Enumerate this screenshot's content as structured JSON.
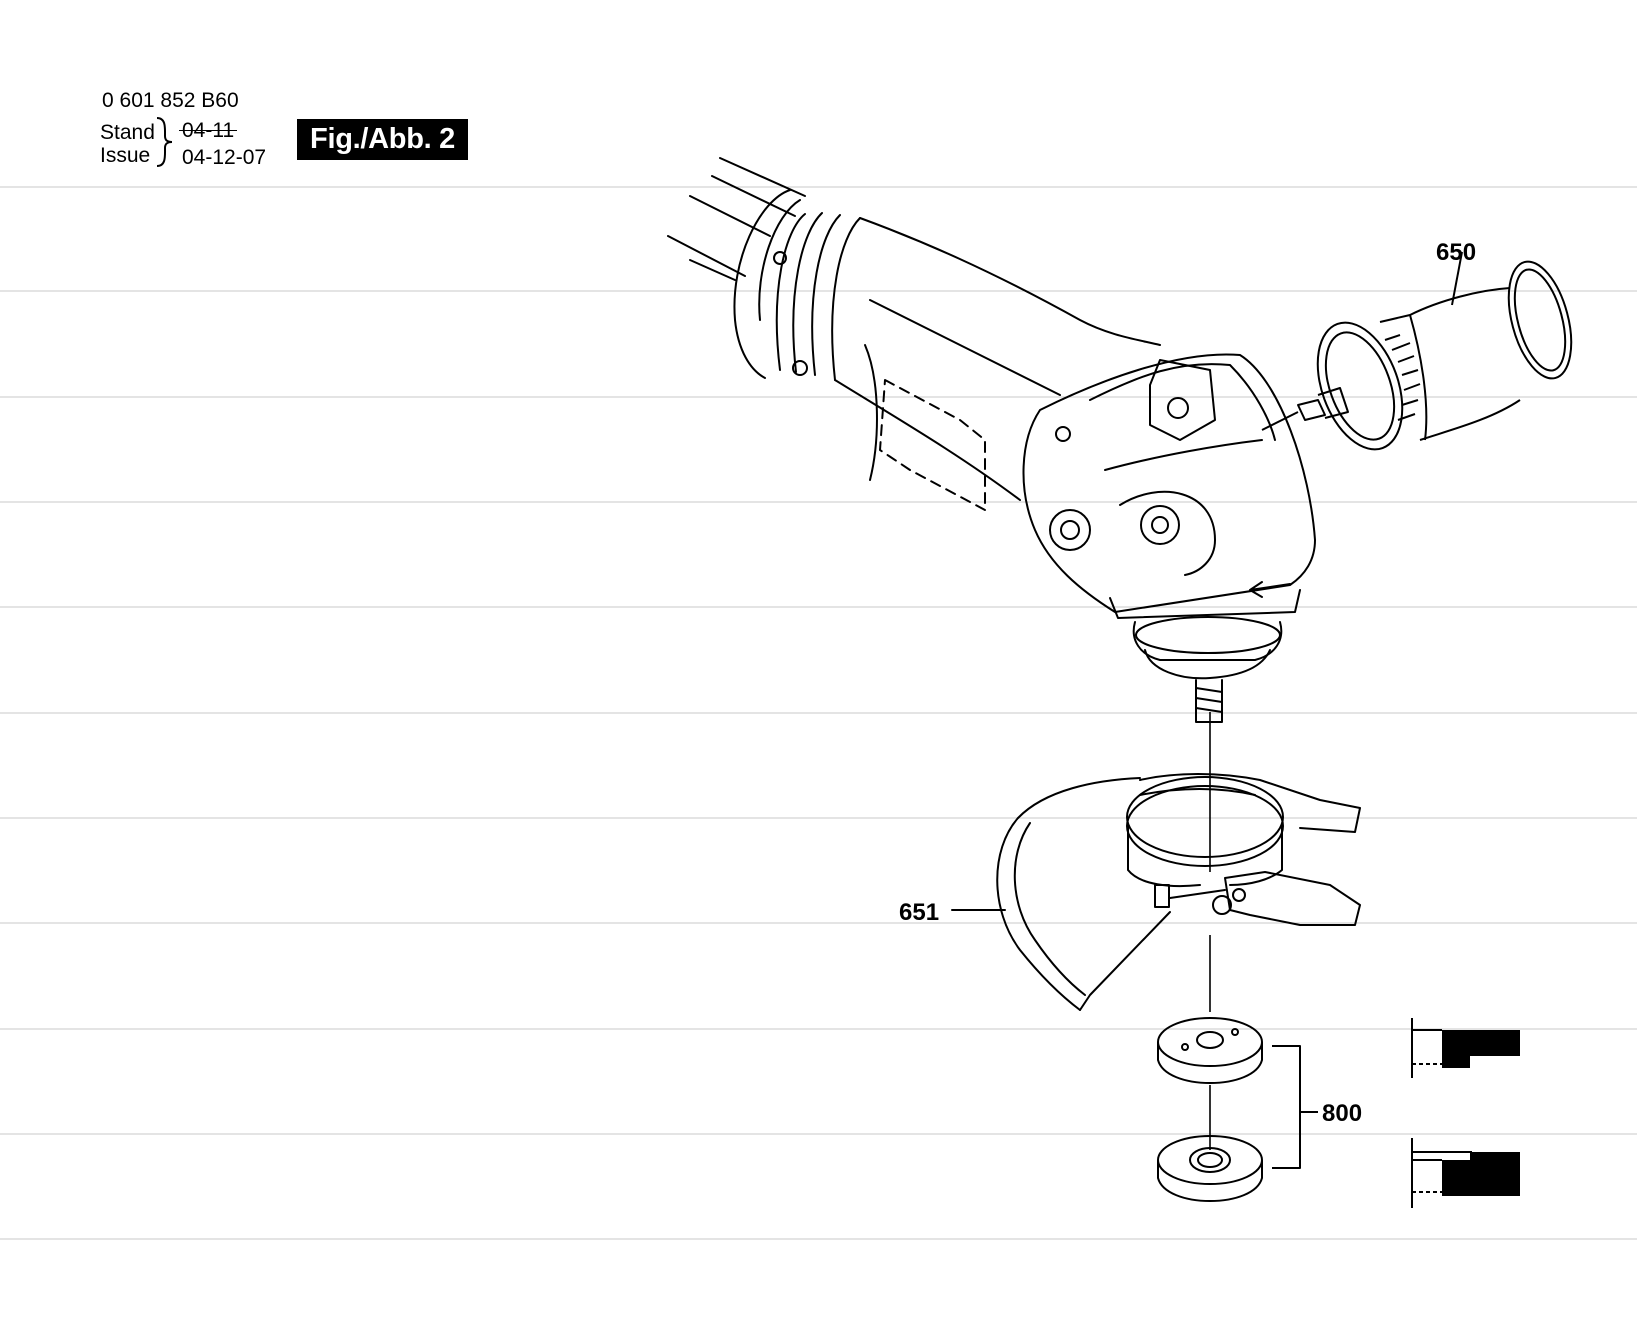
{
  "header": {
    "part_number": "0 601 852 B60",
    "stand_label": "Stand",
    "issue_label": "Issue",
    "old_date": "04-11",
    "new_date": "04-12-07",
    "figure_label": "Fig./Abb. 2"
  },
  "callouts": {
    "handle": "650",
    "guard": "651",
    "flange_set": "800"
  }
}
